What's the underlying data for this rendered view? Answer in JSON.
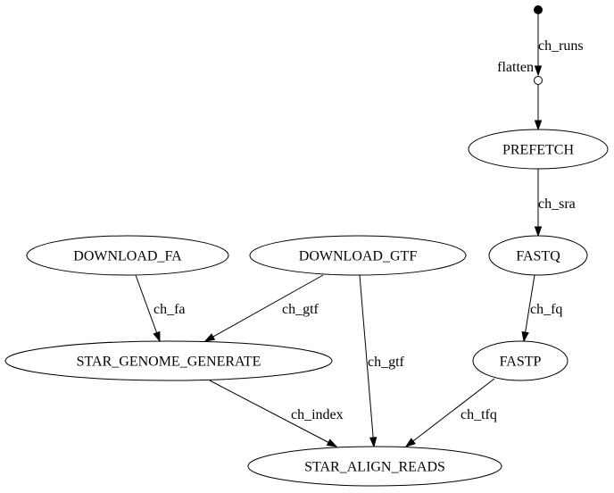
{
  "graph": {
    "nodes": [
      {
        "id": "source",
        "kind": "point"
      },
      {
        "id": "flatten",
        "kind": "operator",
        "label": "flatten"
      },
      {
        "id": "prefetch",
        "kind": "process",
        "label": "PREFETCH"
      },
      {
        "id": "fastq",
        "kind": "process",
        "label": "FASTQ"
      },
      {
        "id": "fastp",
        "kind": "process",
        "label": "FASTP"
      },
      {
        "id": "download_fa",
        "kind": "process",
        "label": "DOWNLOAD_FA"
      },
      {
        "id": "download_gtf",
        "kind": "process",
        "label": "DOWNLOAD_GTF"
      },
      {
        "id": "star_genome_generate",
        "kind": "process",
        "label": "STAR_GENOME_GENERATE"
      },
      {
        "id": "star_align_reads",
        "kind": "process",
        "label": "STAR_ALIGN_READS"
      }
    ],
    "edges": [
      {
        "id": "source-flatten",
        "from": "source",
        "to": "flatten",
        "label": "ch_runs"
      },
      {
        "id": "flatten-prefetch",
        "from": "flatten",
        "to": "prefetch",
        "label": ""
      },
      {
        "id": "prefetch-fastq",
        "from": "prefetch",
        "to": "fastq",
        "label": "ch_sra"
      },
      {
        "id": "fastq-fastp",
        "from": "fastq",
        "to": "fastp",
        "label": "ch_fq"
      },
      {
        "id": "download_fa-star_genome_generate",
        "from": "download_fa",
        "to": "star_genome_generate",
        "label": "ch_fa"
      },
      {
        "id": "download_gtf-star_genome_generate",
        "from": "download_gtf",
        "to": "star_genome_generate",
        "label": "ch_gtf"
      },
      {
        "id": "download_gtf-star_align_reads",
        "from": "download_gtf",
        "to": "star_align_reads",
        "label": "ch_gtf"
      },
      {
        "id": "star_genome_generate-star_align_reads",
        "from": "star_genome_generate",
        "to": "star_align_reads",
        "label": "ch_index"
      },
      {
        "id": "fastp-star_align_reads",
        "from": "fastp",
        "to": "star_align_reads",
        "label": "ch_tfq"
      }
    ]
  }
}
